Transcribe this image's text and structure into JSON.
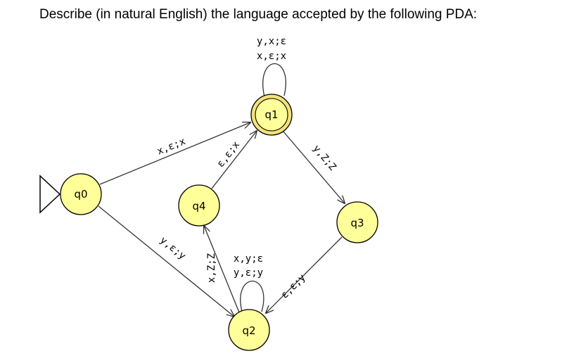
{
  "question": {
    "text": "Describe (in natural English) the language accepted by the following PDA:"
  },
  "pda": {
    "colors": {
      "state_fill": "#ffff99",
      "state_stroke": "#000000",
      "final_ring_fill": "#f2e27a",
      "edge": "#333333"
    },
    "start_state": "q0",
    "final_states": [
      "q1"
    ],
    "states": [
      {
        "id": "q0",
        "label": "q0"
      },
      {
        "id": "q1",
        "label": "q1"
      },
      {
        "id": "q2",
        "label": "q2"
      },
      {
        "id": "q3",
        "label": "q3"
      },
      {
        "id": "q4",
        "label": "q4"
      }
    ],
    "transitions": [
      {
        "id": "t_q1_self",
        "from": "q1",
        "to": "q1",
        "labels": [
          "y,x;ε",
          "x,ε;x"
        ]
      },
      {
        "id": "t_q0_q1",
        "from": "q0",
        "to": "q1",
        "labels": [
          "x,ε;x"
        ]
      },
      {
        "id": "t_q4_q1",
        "from": "q4",
        "to": "q1",
        "labels": [
          "ε,ε;x"
        ]
      },
      {
        "id": "t_q1_q3",
        "from": "q1",
        "to": "q3",
        "labels": [
          "y,Z;Z"
        ]
      },
      {
        "id": "t_q0_q2",
        "from": "q0",
        "to": "q2",
        "labels": [
          "y,ε;y"
        ]
      },
      {
        "id": "t_q2_q4",
        "from": "q2",
        "to": "q4",
        "labels": [
          "x,Z;Z"
        ]
      },
      {
        "id": "t_q2_self",
        "from": "q2",
        "to": "q2",
        "labels": [
          "x,y;ε",
          "y,ε;y"
        ]
      },
      {
        "id": "t_q3_q2",
        "from": "q3",
        "to": "q2",
        "labels": [
          "ε,ε;y"
        ]
      }
    ]
  }
}
